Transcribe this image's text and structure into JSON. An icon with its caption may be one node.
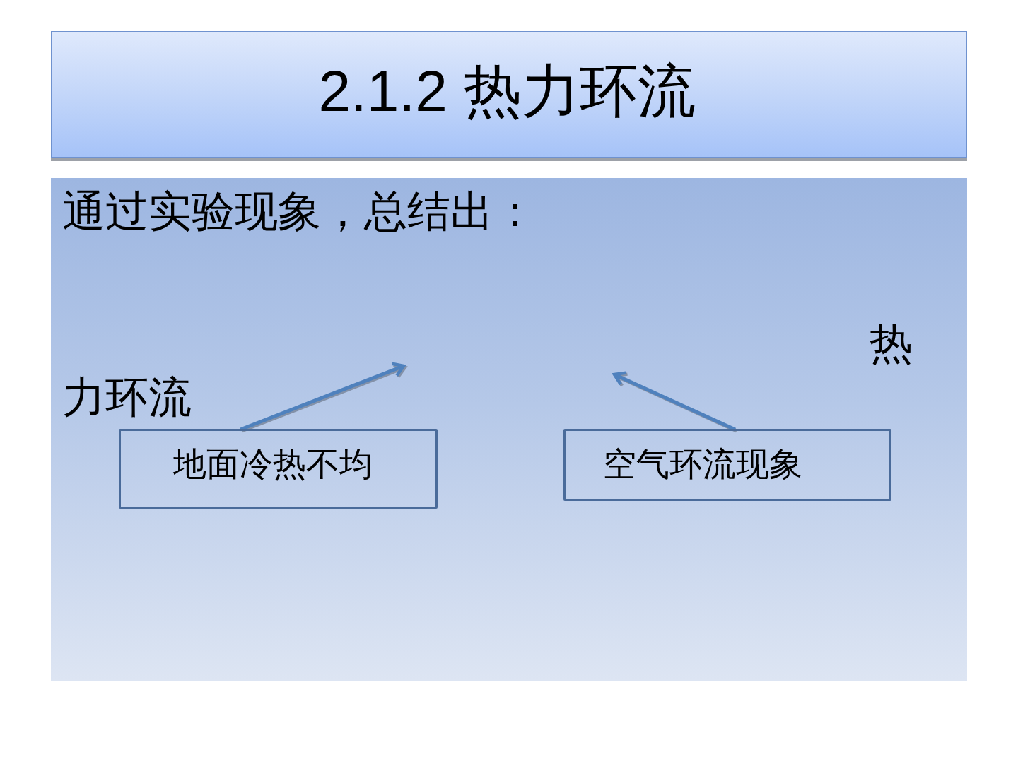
{
  "diagram": {
    "title": "2.1.2 热力环流",
    "nodes": [
      {
        "text": [
          "热力环流"
        ]
      },
      {
        "text": [
          "地面冷热不均"
        ]
      },
      {
        "text": [
          "空气环流现象"
        ]
      }
    ],
    "edges": [
      {
        "from": 1,
        "to": 0,
        "arrow": "to"
      },
      {
        "from": 2,
        "to": 0,
        "arrow": "to"
      }
    ],
    "labels": [
      "通过实验现象，总结出："
    ]
  }
}
